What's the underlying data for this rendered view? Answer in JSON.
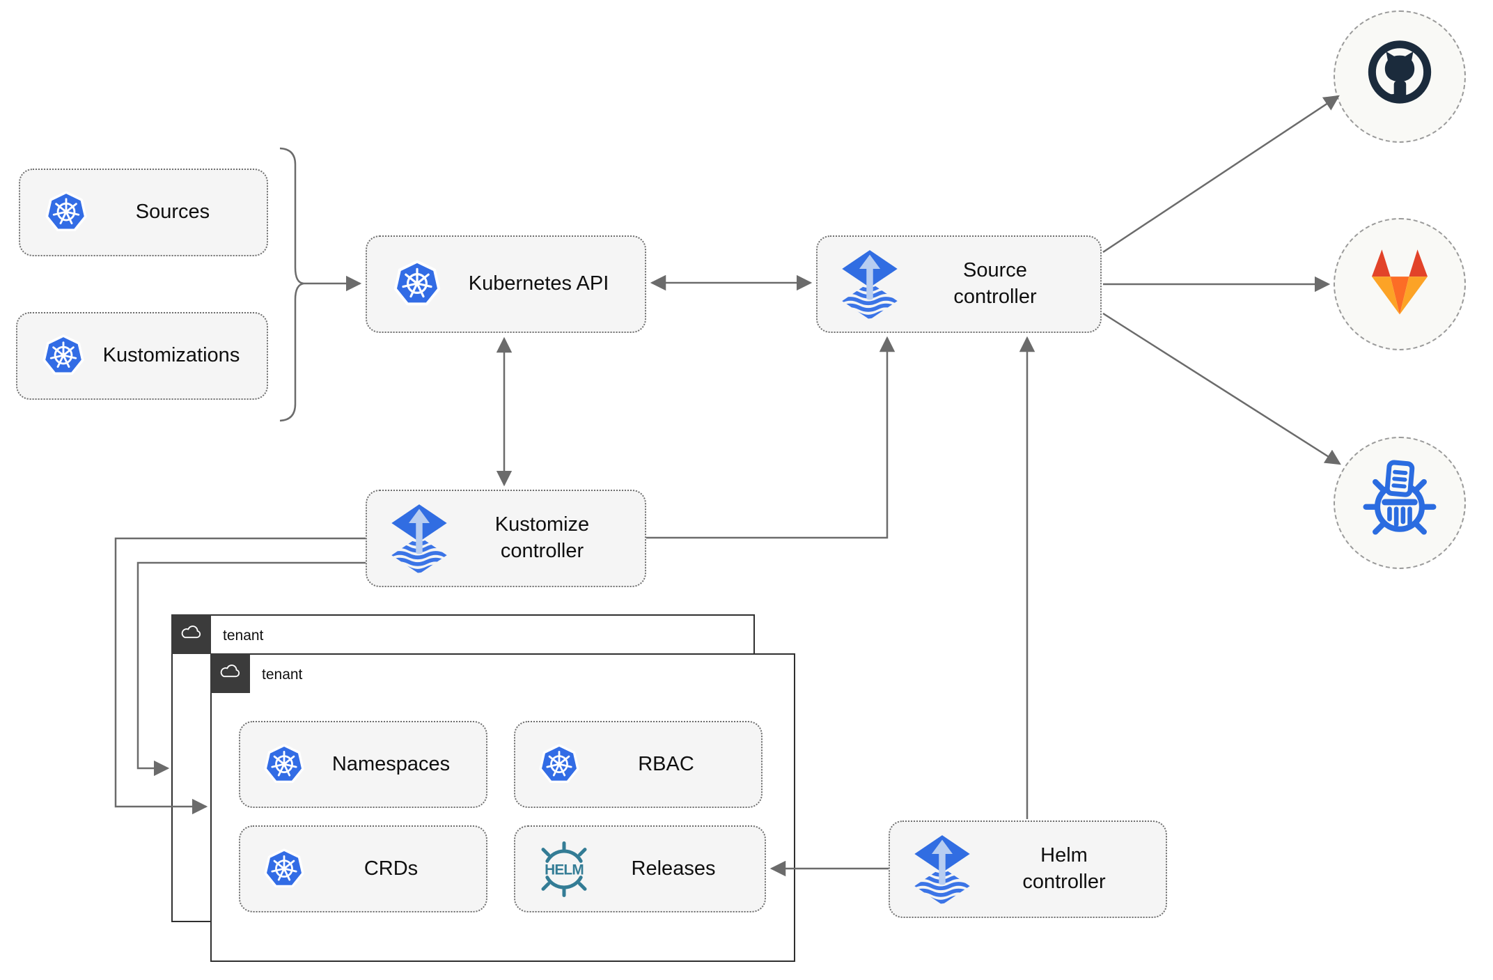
{
  "diagram": {
    "type": "architecture-diagram",
    "subject": "Flux GitOps multi-tenant architecture"
  },
  "nodes": {
    "sources": {
      "label": "Sources",
      "icon": "kubernetes-icon"
    },
    "kustomizations": {
      "label": "Kustomizations",
      "icon": "kubernetes-icon"
    },
    "kubernetes_api": {
      "label": "Kubernetes API",
      "icon": "kubernetes-icon"
    },
    "source_controller": {
      "label": "Source\ncontroller",
      "icon": "flux-icon"
    },
    "kustomize_controller": {
      "label": "Kustomize\ncontroller",
      "icon": "flux-icon"
    },
    "helm_controller": {
      "label": "Helm\ncontroller",
      "icon": "flux-icon"
    },
    "namespaces": {
      "label": "Namespaces",
      "icon": "kubernetes-icon"
    },
    "rbac": {
      "label": "RBAC",
      "icon": "kubernetes-icon"
    },
    "crds": {
      "label": "CRDs",
      "icon": "kubernetes-icon"
    },
    "releases": {
      "label": "Releases",
      "icon": "helm-icon",
      "icon_text": "HELM"
    }
  },
  "groups": {
    "tenant_back": {
      "label": "tenant",
      "icon": "cloud-icon"
    },
    "tenant_front": {
      "label": "tenant",
      "icon": "cloud-icon"
    }
  },
  "external_targets": {
    "github": {
      "icon": "github-icon"
    },
    "gitlab": {
      "icon": "gitlab-icon"
    },
    "helm_repository": {
      "icon": "helm-repository-icon"
    }
  },
  "connections": [
    {
      "from": "sources+kustomizations",
      "to": "kubernetes_api",
      "style": "brace-arrow"
    },
    {
      "from": "kubernetes_api",
      "to": "source_controller",
      "style": "bidirectional"
    },
    {
      "from": "kubernetes_api",
      "to": "kustomize_controller",
      "style": "bidirectional"
    },
    {
      "from": "kustomize_controller",
      "to": "source_controller",
      "style": "arrow"
    },
    {
      "from": "helm_controller",
      "to": "source_controller",
      "style": "arrow"
    },
    {
      "from": "kustomize_controller",
      "to": "tenant_front",
      "style": "arrow"
    },
    {
      "from": "kustomize_controller",
      "to": "tenant_back",
      "style": "arrow"
    },
    {
      "from": "helm_controller",
      "to": "releases",
      "style": "arrow"
    },
    {
      "from": "source_controller",
      "to": "github",
      "style": "arrow"
    },
    {
      "from": "source_controller",
      "to": "gitlab",
      "style": "arrow"
    },
    {
      "from": "source_controller",
      "to": "helm_repository",
      "style": "arrow"
    }
  ],
  "colors": {
    "kubernetes_blue": "#326ce5",
    "flux_blue": "#316de2",
    "helm_teal": "#337c95",
    "github_dark": "#1b2b3c",
    "gitlab_red": "#e24329",
    "gitlab_orange": "#fc6d26",
    "gitlab_yellow": "#fca326",
    "repository_blue": "#2b6ce0",
    "arrow_gray": "#6b6b6b",
    "node_fill": "#f5f5f5",
    "tenant_badge_dark": "#3b3b3b"
  }
}
